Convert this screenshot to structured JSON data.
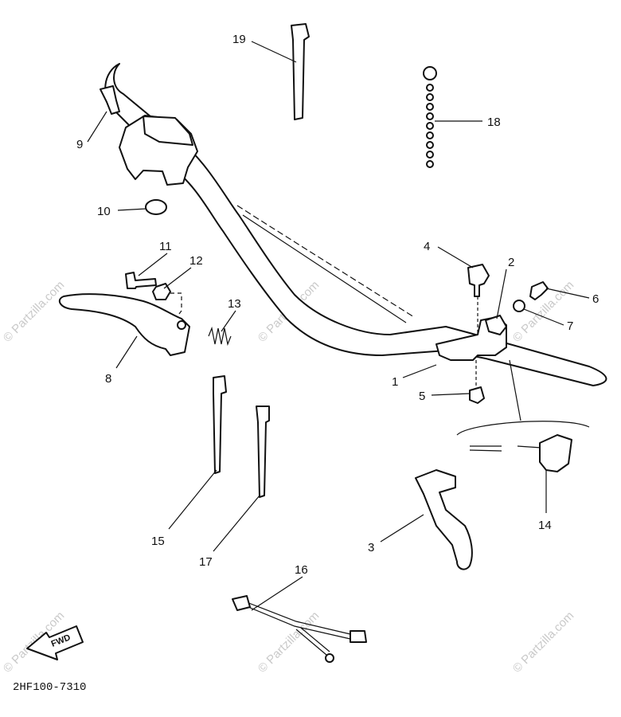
{
  "diagram_code": "2HF100-7310",
  "fwd_label": "FWD",
  "watermark": "© Partzilla.com",
  "callouts": [
    {
      "id": "1",
      "label": "1"
    },
    {
      "id": "2",
      "label": "2"
    },
    {
      "id": "3",
      "label": "3"
    },
    {
      "id": "4",
      "label": "4"
    },
    {
      "id": "5",
      "label": "5"
    },
    {
      "id": "6",
      "label": "6"
    },
    {
      "id": "7",
      "label": "7"
    },
    {
      "id": "8",
      "label": "8"
    },
    {
      "id": "9",
      "label": "9"
    },
    {
      "id": "10",
      "label": "10"
    },
    {
      "id": "11",
      "label": "11"
    },
    {
      "id": "12",
      "label": "12"
    },
    {
      "id": "13",
      "label": "13"
    },
    {
      "id": "14",
      "label": "14"
    },
    {
      "id": "15",
      "label": "15"
    },
    {
      "id": "16",
      "label": "16"
    },
    {
      "id": "17",
      "label": "17"
    },
    {
      "id": "18",
      "label": "18"
    },
    {
      "id": "19",
      "label": "19"
    }
  ]
}
